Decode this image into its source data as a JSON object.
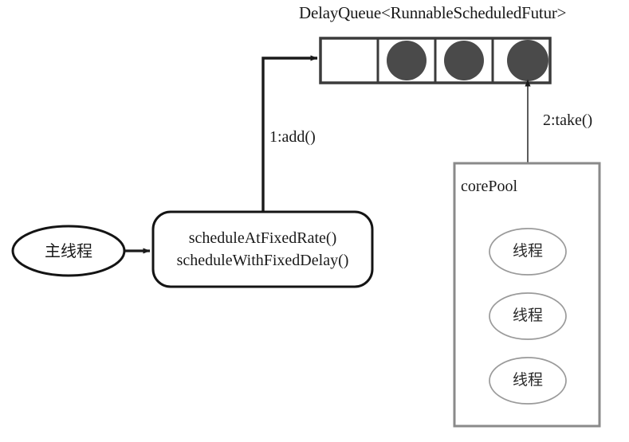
{
  "diagram": {
    "title_text": "DelayQueue<RunnableScheduledFutur>",
    "queue": {
      "name": "delay-queue",
      "cells": [
        {
          "filled": false
        },
        {
          "filled": true
        },
        {
          "filled": true
        },
        {
          "filled": true
        }
      ]
    },
    "arrows": {
      "add": {
        "label": "1:add()"
      },
      "take": {
        "label": "2:take()"
      },
      "submit": {
        "label": ""
      }
    },
    "main_thread": {
      "label": "主线程"
    },
    "scheduler_box": {
      "method_1": "scheduleAtFixedRate()",
      "method_2": "scheduleWithFixedDelay()"
    },
    "core_pool": {
      "label": "corePool",
      "threads": [
        {
          "label": "线程"
        },
        {
          "label": "线程"
        },
        {
          "label": "线程"
        }
      ]
    },
    "colors": {
      "stroke_dark": "#1a1a1a",
      "stroke_gray": "#7a7a7a",
      "circle_fill": "#4a4a4a",
      "background": "#ffffff",
      "ellipse_thread_stroke": "#9a9a9a"
    }
  }
}
